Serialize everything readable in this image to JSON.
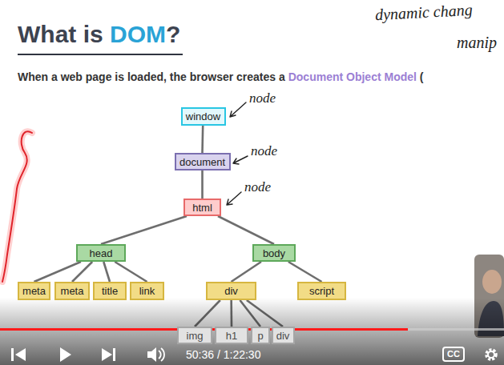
{
  "diagram": {
    "title": "What is DOM?",
    "nodes": [
      {
        "text": [
          "window"
        ]
      },
      {
        "text": [
          "document"
        ]
      },
      {
        "text": [
          "html"
        ]
      },
      {
        "text": [
          "head"
        ]
      },
      {
        "text": [
          "body"
        ]
      },
      {
        "text": [
          "meta"
        ]
      },
      {
        "text": [
          "meta"
        ]
      },
      {
        "text": [
          "title"
        ]
      },
      {
        "text": [
          "link"
        ]
      },
      {
        "text": [
          "div"
        ]
      },
      {
        "text": [
          "script"
        ]
      },
      {
        "text": [
          "img"
        ]
      },
      {
        "text": [
          "h1"
        ]
      },
      {
        "text": [
          "p"
        ]
      },
      {
        "text": [
          "div"
        ]
      }
    ],
    "edges": [
      {
        "from": 0,
        "to": 1,
        "arrow": "none"
      },
      {
        "from": 1,
        "to": 2,
        "arrow": "none"
      },
      {
        "from": 2,
        "to": 3,
        "arrow": "none"
      },
      {
        "from": 2,
        "to": 4,
        "arrow": "none"
      },
      {
        "from": 3,
        "to": 5,
        "arrow": "none"
      },
      {
        "from": 3,
        "to": 6,
        "arrow": "none"
      },
      {
        "from": 3,
        "to": 7,
        "arrow": "none"
      },
      {
        "from": 3,
        "to": 8,
        "arrow": "none"
      },
      {
        "from": 4,
        "to": 9,
        "arrow": "none"
      },
      {
        "from": 4,
        "to": 10,
        "arrow": "none"
      },
      {
        "from": 9,
        "to": 11,
        "arrow": "none"
      },
      {
        "from": 9,
        "to": 12,
        "arrow": "none"
      },
      {
        "from": 9,
        "to": 13,
        "arrow": "none"
      },
      {
        "from": 9,
        "to": 14,
        "arrow": "none"
      }
    ],
    "labels": [
      "When a web page is loaded, the browser creates a",
      "Document Object Model",
      "(",
      "node",
      "node",
      "node",
      "dynamic chang",
      "manip",
      "50:36 / 1:22:30",
      "CC"
    ]
  }
}
